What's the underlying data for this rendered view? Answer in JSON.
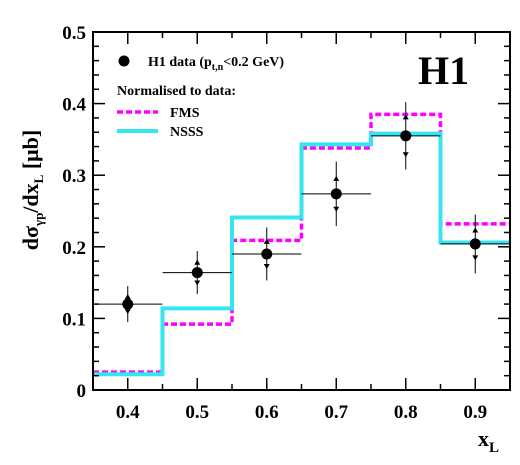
{
  "chart_data": {
    "type": "line",
    "logo": "H1",
    "ylabel_parts": {
      "main": "dσ",
      "sub1": "γp",
      "mid": "/dx",
      "sub2": "L",
      "unit": " [μb]"
    },
    "xlabel_parts": {
      "main": "x",
      "sub": "L"
    },
    "xlim": [
      0.35,
      0.95
    ],
    "ylim": [
      0,
      0.5
    ],
    "x_ticks": [
      "0.4",
      "0.5",
      "0.6",
      "0.7",
      "0.8",
      "0.9"
    ],
    "y_ticks": [
      "0",
      "0.1",
      "0.2",
      "0.3",
      "0.4",
      "0.5"
    ],
    "grid": false,
    "legend": {
      "position": "top-left",
      "data_label_parts": {
        "main": "H1 data (p",
        "sub": "t,n",
        "rest": "<0.2 GeV)"
      },
      "normalised_label": "Normalised to data:",
      "fms_label": "FMS",
      "nsss_label": "NSSS"
    },
    "data_points": [
      {
        "x": 0.4,
        "y": 0.12,
        "xerr": 0.05,
        "stat_err": 0.014,
        "tot_err": 0.025
      },
      {
        "x": 0.5,
        "y": 0.164,
        "xerr": 0.05,
        "stat_err": 0.018,
        "tot_err": 0.03
      },
      {
        "x": 0.6,
        "y": 0.19,
        "xerr": 0.05,
        "stat_err": 0.021,
        "tot_err": 0.037
      },
      {
        "x": 0.7,
        "y": 0.274,
        "xerr": 0.05,
        "stat_err": 0.025,
        "tot_err": 0.045
      },
      {
        "x": 0.8,
        "y": 0.355,
        "xerr": 0.05,
        "stat_err": 0.03,
        "tot_err": 0.047
      },
      {
        "x": 0.9,
        "y": 0.204,
        "xerr": 0.05,
        "stat_err": 0.023,
        "tot_err": 0.041
      }
    ],
    "series": [
      {
        "name": "FMS",
        "style": "dashed",
        "color": "#ff00ff",
        "bin_edges": [
          0.35,
          0.45,
          0.55,
          0.65,
          0.75,
          0.85,
          0.95
        ],
        "values": [
          0.025,
          0.092,
          0.209,
          0.338,
          0.385,
          0.232
        ]
      },
      {
        "name": "NSSS",
        "style": "solid",
        "color": "#33e6f0",
        "bin_edges": [
          0.35,
          0.45,
          0.55,
          0.65,
          0.75,
          0.85,
          0.95
        ],
        "values": [
          0.022,
          0.114,
          0.241,
          0.343,
          0.358,
          0.206
        ]
      }
    ]
  }
}
